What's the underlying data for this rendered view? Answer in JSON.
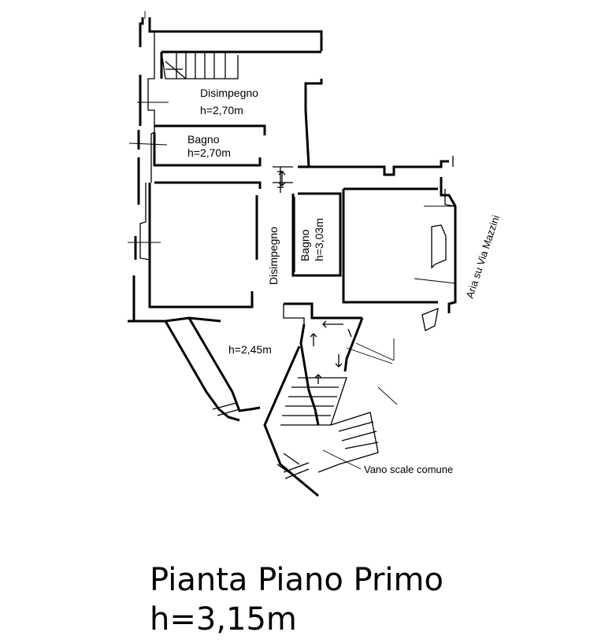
{
  "rooms": {
    "disimpegno_top": {
      "name": "Disimpegno",
      "height": "h=2,70m"
    },
    "bagno_left": {
      "name": "Bagno",
      "height": "h=2,70m"
    },
    "disimpegno_center": {
      "name": "Disimpegno"
    },
    "bagno_center": {
      "name": "Bagno",
      "height": "h=3,03m"
    },
    "lower_room": {
      "height": "h=2,45m"
    }
  },
  "annotations": {
    "aria": "Aria su Via Mazzini",
    "vano_scale": "Vano scale comune"
  },
  "title": {
    "line1": "Pianta Piano Primo",
    "line2": "h=3,15m"
  }
}
